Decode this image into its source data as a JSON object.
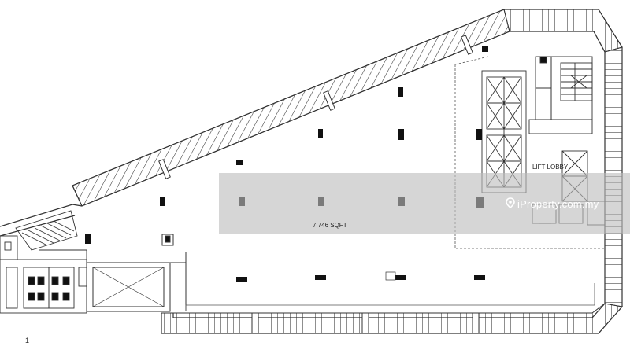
{
  "plan": {
    "area_label": "7,746 SQFT",
    "lobby_label": "LIFT LOBBY",
    "corner_mark": "1"
  },
  "watermark": {
    "brand": "iProperty.com.my",
    "icon": "location-pin-icon",
    "band_color": "#bdbdbd",
    "text_color": "#ffffff"
  },
  "colors": {
    "line": "#333333",
    "column": "#111111",
    "dashed": "#555555"
  }
}
